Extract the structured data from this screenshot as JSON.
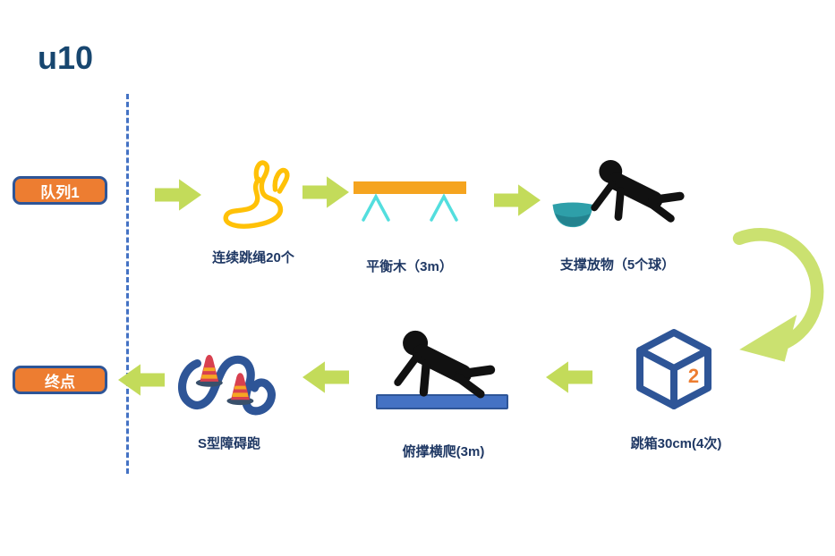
{
  "title": "u10",
  "legend": {
    "queue": "队列1",
    "finish": "终点"
  },
  "stations": [
    {
      "name": "jump-rope",
      "label": "连续跳绳20个"
    },
    {
      "name": "balance-beam",
      "label": "平衡木（3m）"
    },
    {
      "name": "support-place",
      "label": "支撑放物（5个球）"
    },
    {
      "name": "jump-box",
      "label": "跳箱30cm(4次)",
      "box_number": "2"
    },
    {
      "name": "prone-crawl",
      "label": "俯撑横爬(3m)"
    },
    {
      "name": "s-obstacle-run",
      "label": "S型障碍跑"
    }
  ],
  "flow": {
    "row1_direction": "left-to-right",
    "row2_direction": "right-to-left"
  },
  "colors": {
    "accent_green": "#C3DB5A",
    "curve_green": "#CBE170",
    "badge_orange": "#ED7D31",
    "dashed_line_blue": "#4472C4",
    "label_navy": "#1F3864",
    "rope_yellow": "#FFC107",
    "beam_orange": "#F5A41F",
    "beam_leg_cyan": "#53DEDE",
    "bowl_teal": "#2E9FA9",
    "cube_blue": "#2E5597",
    "cone_red": "#D8404F",
    "mat_blue": "#4472C4"
  }
}
